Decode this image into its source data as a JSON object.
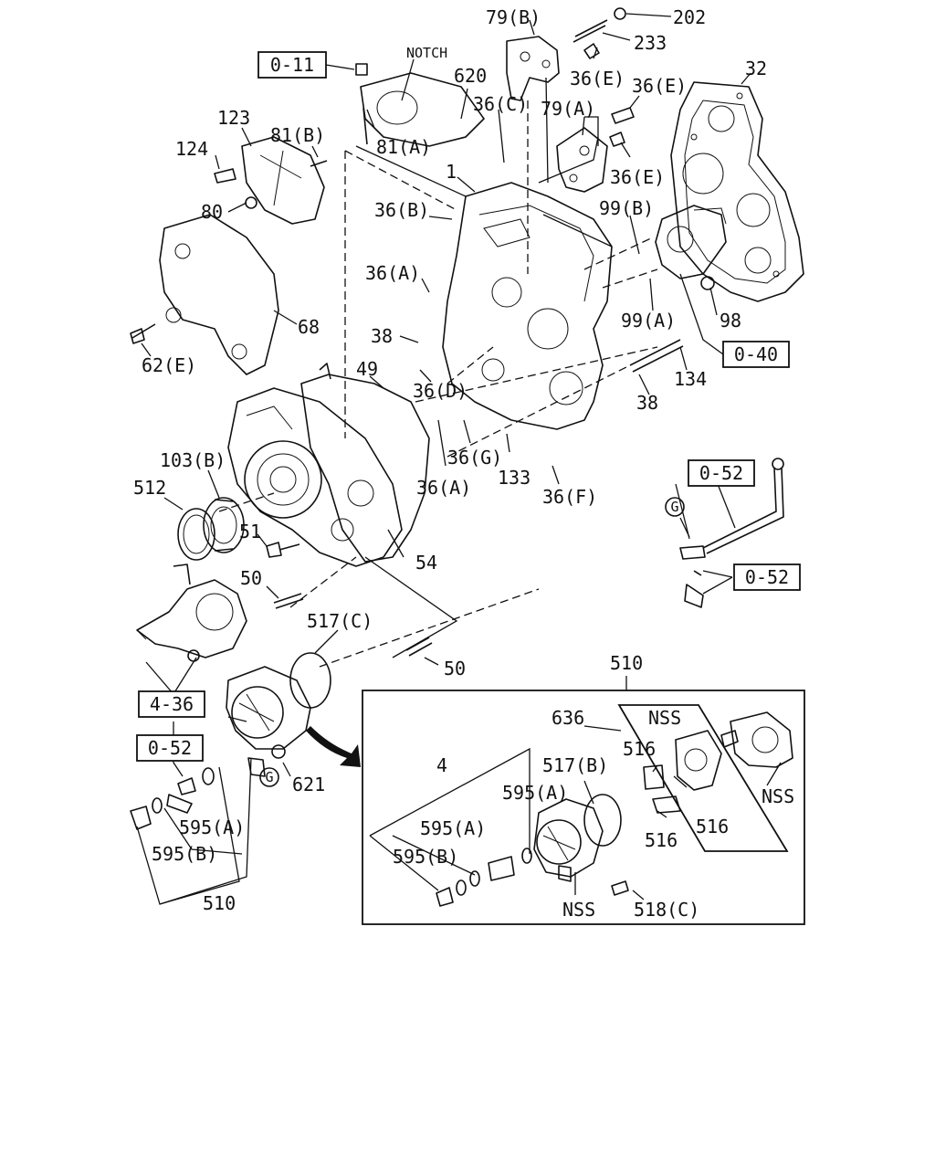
{
  "labels": {
    "l202": "202",
    "l79b": "79(B)",
    "l233": "233",
    "l36e_1": "36(E)",
    "l36e_2": "36(E)",
    "l36e_3": "36(E)",
    "l32": "32",
    "notch": "NOTCH",
    "l620": "620",
    "l36c": "36(C)",
    "l79a": "79(A)",
    "l123": "123",
    "l81b": "81(B)",
    "l81a": "81(A)",
    "l124": "124",
    "l1": "1",
    "l80": "80",
    "l36b": "36(B)",
    "l99b": "99(B)",
    "l36a_1": "36(A)",
    "l99a": "99(A)",
    "l98": "98",
    "l68": "68",
    "l38_1": "38",
    "l62e": "62(E)",
    "l49": "49",
    "l36d": "36(D)",
    "l134": "134",
    "l38_2": "38",
    "l36a_2": "36(A)",
    "l36g": "36(G)",
    "l133": "133",
    "l36f": "36(F)",
    "l103b": "103(B)",
    "l512": "512",
    "l51": "51",
    "l54": "54",
    "l50_1": "50",
    "l50_2": "50",
    "l517c": "517(C)",
    "l510_top": "510",
    "l636": "636",
    "nss_1": "NSS",
    "l516_1": "516",
    "l516_2": "516",
    "l516_3": "516",
    "nss_2": "NSS",
    "l4": "4",
    "l517b": "517(B)",
    "l595a_1": "595(A)",
    "l595a_2": "595(A)",
    "l595b_1": "595(B)",
    "l595a_3": "595(A)",
    "l595b_2": "595(B)",
    "l510_bottom": "510",
    "l621": "621",
    "nss_3": "NSS",
    "l518c": "518(C)",
    "g_1": "G",
    "g_2": "G"
  },
  "refs": {
    "r011": "0-11",
    "r040": "0-40",
    "r052_1": "0-52",
    "r052_2": "0-52",
    "r052_3": "0-52",
    "r436": "4-36"
  }
}
